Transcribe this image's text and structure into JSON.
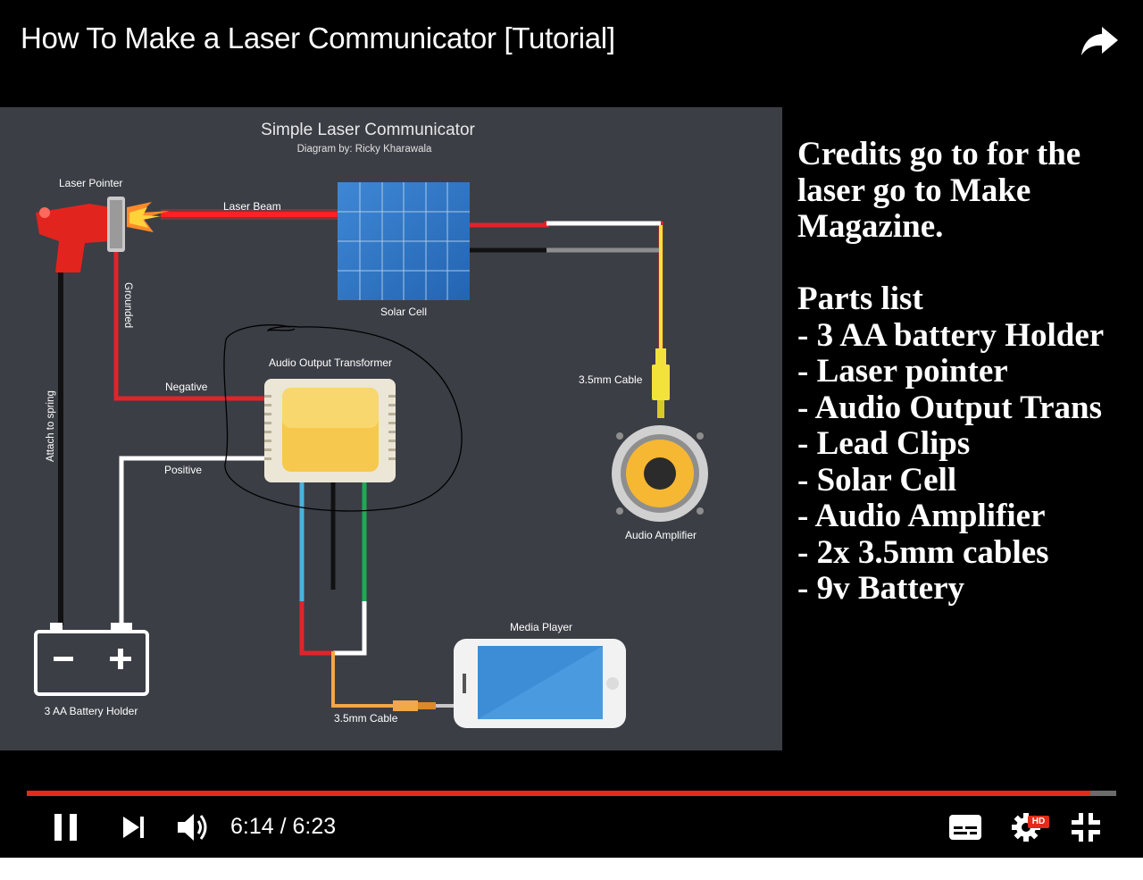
{
  "video": {
    "title": "How To Make a Laser Communicator [Tutorial]"
  },
  "diagram": {
    "title": "Simple Laser Communicator",
    "subtitle": "Diagram by: Ricky Kharawala",
    "labels": {
      "laser_pointer": "Laser Pointer",
      "laser_beam": "Laser Beam",
      "solar_cell": "Solar Cell",
      "grounded": "Grounded",
      "audio_output_transformer": "Audio Output Transformer",
      "negative": "Negative",
      "positive": "Positive",
      "attach_to_spring": "Attach to spring",
      "cable_top": "3.5mm Cable",
      "audio_amplifier": "Audio Amplifier",
      "media_player": "Media Player",
      "battery_holder": "3 AA Battery Holder",
      "cable_bottom": "3.5mm Cable"
    }
  },
  "credits": {
    "lines": [
      "Credits go to for the",
      "laser go to Make",
      "Magazine."
    ],
    "parts_heading": "Parts list",
    "parts": [
      "- 3 AA battery Holder",
      "- Laser pointer",
      "- Audio Output Trans",
      "- Lead Clips",
      "- Solar Cell",
      "- Audio Amplifier",
      "- 2x 3.5mm cables",
      "- 9v Battery"
    ]
  },
  "player": {
    "time_display": "6:14 / 6:23",
    "progress_fraction": 0.9759,
    "hd_label": "HD",
    "accent_color": "#e52a19"
  },
  "icons": [
    "share-icon",
    "pause-icon",
    "next-icon",
    "volume-icon",
    "subtitles-icon",
    "settings-icon",
    "exit-fullscreen-icon"
  ]
}
